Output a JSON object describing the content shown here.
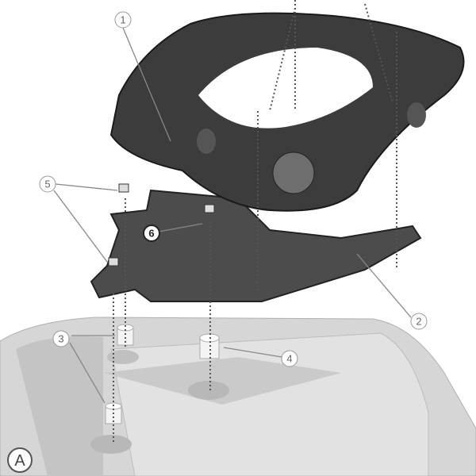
{
  "diagram": {
    "callouts": [
      {
        "id": "1",
        "label": "1"
      },
      {
        "id": "2",
        "label": "2"
      },
      {
        "id": "3",
        "label": "3"
      },
      {
        "id": "4",
        "label": "4"
      },
      {
        "id": "5",
        "label": "5"
      },
      {
        "id": "6",
        "label": "6"
      }
    ],
    "view_label": "A",
    "colors": {
      "rack": "#3e3e3e",
      "plate": "#4a4a4a",
      "frame": "#d4d4d4",
      "spacer": "#f2f2f2"
    }
  }
}
